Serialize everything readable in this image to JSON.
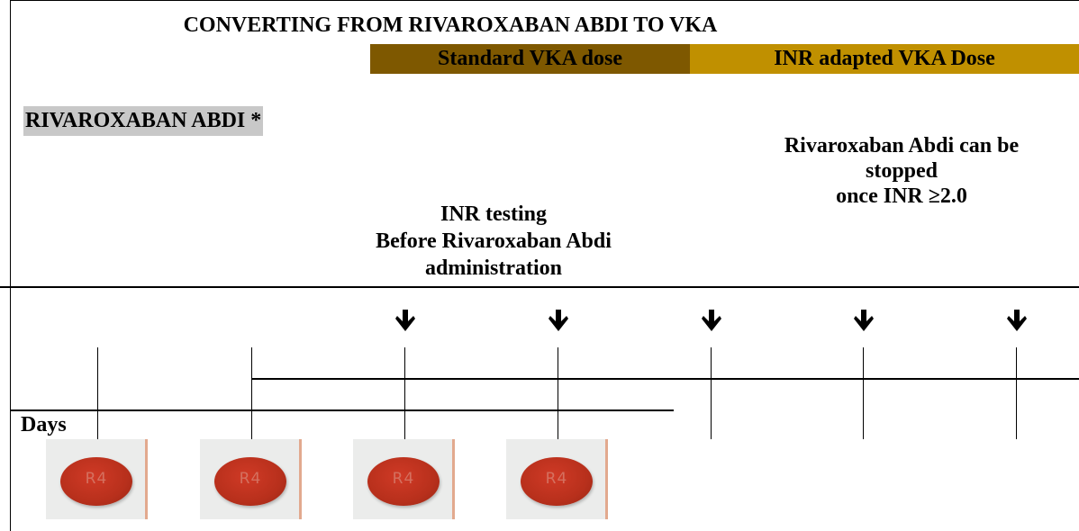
{
  "title": "CONVERTING FROM RIVAROXABAN ABDI TO VKA",
  "bands": {
    "standard": "Standard VKA dose",
    "inr_adapted": "INR adapted VKA Dose"
  },
  "drug_label": "RIVAROXABAN ABDI *",
  "stop_note": {
    "line1": "Rivaroxaban Abdi can be",
    "line2": "stopped",
    "line3": "once INR ≥2.0"
  },
  "inr_note": {
    "line1": "INR testing",
    "line2": "Before Rivaroxaban Abdi",
    "line3": "administration"
  },
  "timeline": {
    "days_label": "Days",
    "arrow_count": 5,
    "pill_count": 4,
    "pill_imprint": "R4"
  },
  "colors": {
    "standard_band": "#7e5800",
    "inr_band": "#c09000",
    "drug_label_bg": "#c8c8c8",
    "pill": "#c03520"
  }
}
